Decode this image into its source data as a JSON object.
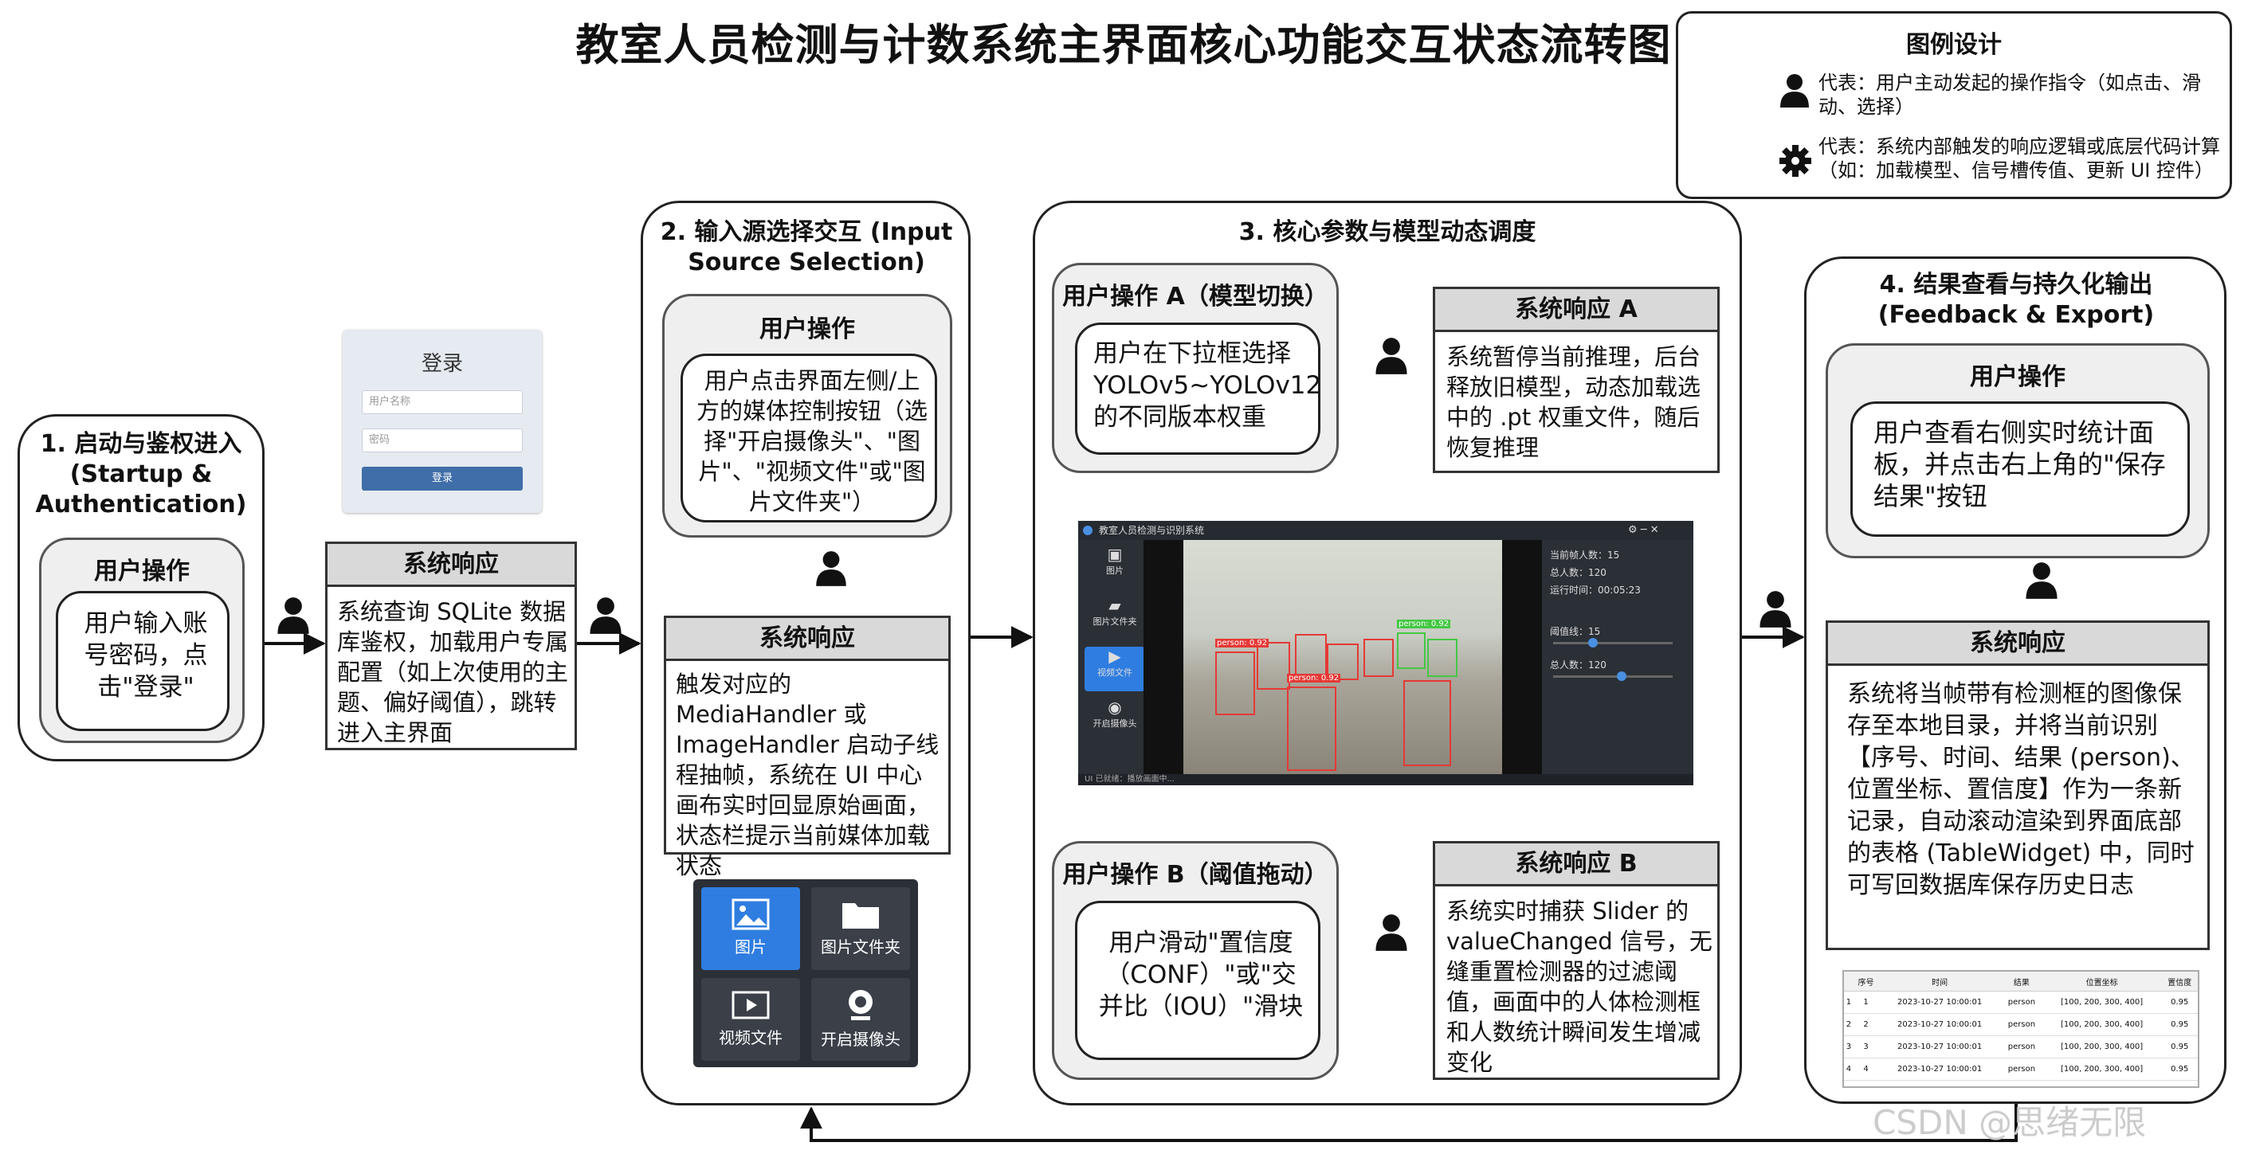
{
  "title": "教室人员检测与计数系统主界面核心功能交互状态流转图",
  "legend": {
    "title": "图例设计",
    "solid_desc": "代表：用户主动发起的操作指令（如点击、滑动、选择）",
    "dashed_desc": "代表：系统内部触发的响应逻辑或底层代码计算（如：加载模型、信号槽传值、更新 UI 控件）",
    "user_icon": "user-icon",
    "gear_icon": "gear-icon"
  },
  "stage1": {
    "title": "1. 启动与鉴权进入 (Startup & Authentication)",
    "user_label": "用户操作",
    "user_text": "用户输入账号密码，点击\"登录\"",
    "sys_label": "系统响应",
    "sys_text": "系统查询 SQLite 数据库鉴权，加载用户专属配置（如上次使用的主题、偏好阈值），跳转进入主界面"
  },
  "login": {
    "title": "登录",
    "username_placeholder": "用户名称",
    "password_placeholder": "密码",
    "login_button": "登录"
  },
  "stage2": {
    "title": "2. 输入源选择交互 (Input Source Selection)",
    "user_label": "用户操作",
    "user_text": "用户点击界面左侧/上方的媒体控制按钮（选择\"开启摄像头\"、\"图片\"、\"视频文件\"或\"图片文件夹\"）",
    "sys_label": "系统响应",
    "sys_text": "触发对应的 MediaHandler 或 ImageHandler 启动子线程抽帧，系统在 UI 中心画布实时回显原始画面，状态栏提示当前媒体加载状态",
    "media_buttons": [
      "图片",
      "图片文件夹",
      "视频文件",
      "开启摄像头"
    ]
  },
  "stage3": {
    "title": "3. 核心参数与模型动态调度",
    "user_a_label": "用户操作 A（模型切换）",
    "user_a_text": "用户在下拉框选择 YOLOv5~YOLOv12 的不同版本权重",
    "sys_a_label": "系统响应 A",
    "sys_a_text": "系统暂停当前推理，后台释放旧模型，动态加载选中的 .pt 权重文件，随后恢复推理",
    "user_b_label": "用户操作 B（阈值拖动）",
    "user_b_text": "用户滑动\"置信度（CONF）\"或\"交并比（IOU）\"滑块",
    "sys_b_label": "系统响应 B",
    "sys_b_text": "系统实时捕获 Slider 的 valueChanged 信号，无缝重置检测器的过滤阈值，画面中的人体检测框和人数统计瞬间发生增减变化"
  },
  "app": {
    "window_title": "教室人员检测与识别系统",
    "side": [
      "图片",
      "图片文件夹",
      "视频文件",
      "开启摄像头"
    ],
    "current_count": "当前帧人数：15",
    "total": "总人数：120",
    "runtime": "运行时间：00:05:23",
    "threshold": "阈值线：15",
    "total_person": "总人数：120",
    "status": "UI 已就绪：播放画面中...",
    "det_label": "person: 0.92"
  },
  "stage4": {
    "title": "4. 结果查看与持久化输出 (Feedback & Export)",
    "user_label": "用户操作",
    "user_text": "用户查看右侧实时统计面板，并点击右上角的\"保存结果\"按钮",
    "sys_label": "系统响应",
    "sys_text": "系统将当帧带有检测框的图像保存至本地目录，并将当前识别【序号、时间、结果 (person)、位置坐标、置信度】作为一条新记录，自动滚动渲染到界面底部的表格 (TableWidget) 中，同时可写回数据库保存历史日志"
  },
  "table": {
    "headers": [
      "",
      "序号",
      "时间",
      "结果",
      "位置坐标",
      "置信度"
    ],
    "rows": [
      [
        "1",
        "1",
        "2023-10-27 10:00:01",
        "person",
        "[100, 200, 300, 400]",
        "0.95"
      ],
      [
        "2",
        "2",
        "2023-10-27 10:00:01",
        "person",
        "[100, 200, 300, 400]",
        "0.95"
      ],
      [
        "3",
        "3",
        "2023-10-27 10:00:01",
        "person",
        "[100, 200, 300, 400]",
        "0.95"
      ],
      [
        "4",
        "4",
        "2023-10-27 10:00:01",
        "person",
        "[100, 200, 300, 400]",
        "0.95"
      ]
    ]
  },
  "watermark": "CSDN @思绪无限"
}
